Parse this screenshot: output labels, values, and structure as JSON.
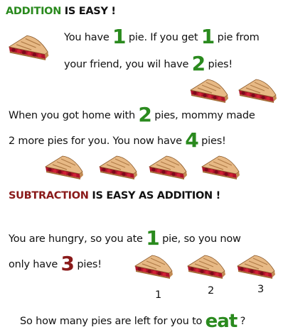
{
  "addition": {
    "title": "ADDITION",
    "title_rest": " IS EASY !",
    "line1_a": "You have ",
    "line1_n1": "1",
    "line1_b": " pie.  If you get ",
    "line1_n2": "1",
    "line1_c": " pie from",
    "line2_a": "your friend, you wil have ",
    "line2_n": "2",
    "line2_b": " pies!",
    "line3_a": "When you got home with ",
    "line3_n": "2",
    "line3_b": " pies, mommy made",
    "line4_a": "2 more pies for you.  You now have ",
    "line4_n": "4",
    "line4_b": " pies!"
  },
  "subtraction": {
    "title": "SUBTRACTION",
    "title_rest": " IS EASY AS ADDITION !",
    "line1_a": "You are hungry, so you ate ",
    "line1_n": "1",
    "line1_b": " pie, so you now",
    "line2_a": "only have ",
    "line2_n": "3",
    "line2_b": " pies!",
    "labels": [
      "1",
      "2",
      "3"
    ]
  },
  "question": {
    "text_a": "So how many pies are left for you to ",
    "text_eat": "eat",
    "text_b": " ?"
  },
  "colors": {
    "green": "#2a8a1e",
    "maroon": "#8a1a1a",
    "crust": "#d9a46a",
    "filling": "#b0122a"
  },
  "icons": {
    "pie": "cherry-pie-slice-icon"
  }
}
